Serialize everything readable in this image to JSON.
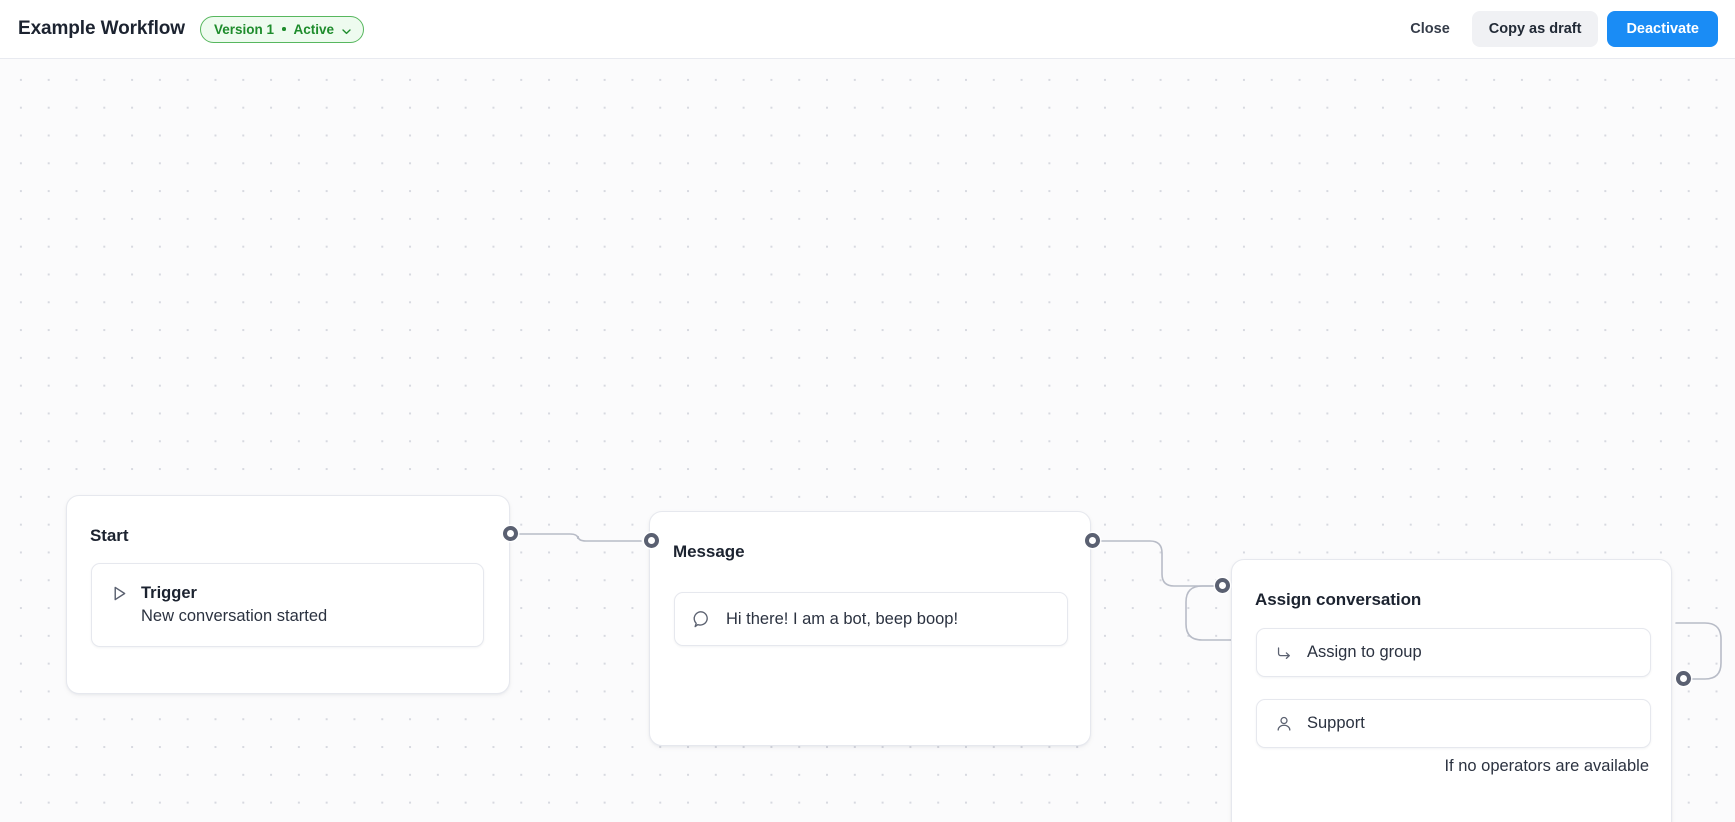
{
  "header": {
    "title": "Example Workflow",
    "version_badge": {
      "version_label": "Version 1",
      "separator": "•",
      "status_label": "Active",
      "chevron_icon": "chevron-down-icon",
      "text_color": "#1e8c2c",
      "bg_color": "#eefbef",
      "border_color": "#57b75e"
    },
    "actions": {
      "close_label": "Close",
      "copy_draft_label": "Copy as draft",
      "deactivate_label": "Deactivate",
      "deactivate_color": "#1a8cf5",
      "copy_draft_bg": "#f0f1f4"
    }
  },
  "canvas": {
    "background_color": "#fbfbfc",
    "dot_color": "#d7d9e0",
    "edge_color": "#b8bcc7",
    "port_color": "#5a6071"
  },
  "nodes": [
    {
      "id": "start",
      "title": "Start",
      "rows": [
        {
          "icon": "play-triangle-icon",
          "label": "Trigger",
          "sublabel": "New conversation started"
        }
      ]
    },
    {
      "id": "message",
      "title": "Message",
      "rows": [
        {
          "icon": "chat-bubble-icon",
          "label": "Hi there! I am a bot, beep boop!"
        }
      ]
    },
    {
      "id": "assign",
      "title": "Assign conversation",
      "rows": [
        {
          "icon": "arrow-turn-right-icon",
          "label": "Assign to group"
        },
        {
          "icon": "person-icon",
          "label": "Support"
        }
      ],
      "fallback_label": "If no operators are available"
    }
  ]
}
